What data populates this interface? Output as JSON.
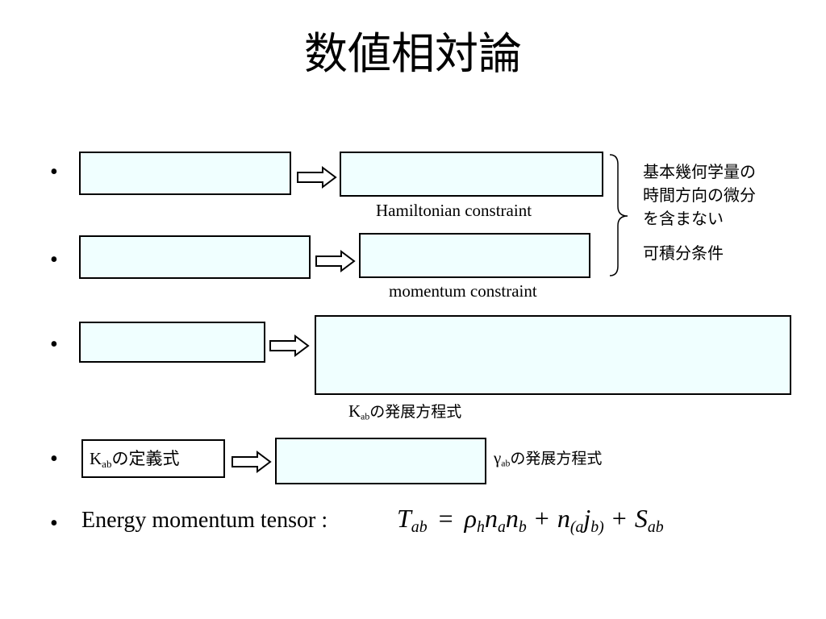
{
  "title": "数値相対論",
  "bullet_char": "•",
  "row1": {
    "caption": "Hamiltonian  constraint"
  },
  "row2": {
    "caption": "momentum  constraint"
  },
  "brace_note": {
    "line1": "基本幾何学量の",
    "line2": "時間方向の微分",
    "line3": "を含まない",
    "line4": "可積分条件"
  },
  "row3": {
    "caption_sym": "K",
    "caption_sub": "ab",
    "caption_text": "の発展方程式"
  },
  "row4": {
    "box_sym": "K",
    "box_sub": "ab",
    "box_text": "の定義式",
    "caption_sym": "γ",
    "caption_sub": "ab",
    "caption_text": "の発展方程式"
  },
  "row5": {
    "label": "Energy momentum tensor :",
    "eq": {
      "T": "T",
      "T_sub": "ab",
      "eq": "=",
      "rho": "ρ",
      "rho_sub": "h",
      "n1": "n",
      "n1_sub": "a",
      "n2": "n",
      "n2_sub": "b",
      "plus1": "+",
      "n3": "n",
      "n3_sub": "(a",
      "j": "j",
      "j_sub": "b)",
      "plus2": "+",
      "S": "S",
      "S_sub": "ab"
    }
  }
}
